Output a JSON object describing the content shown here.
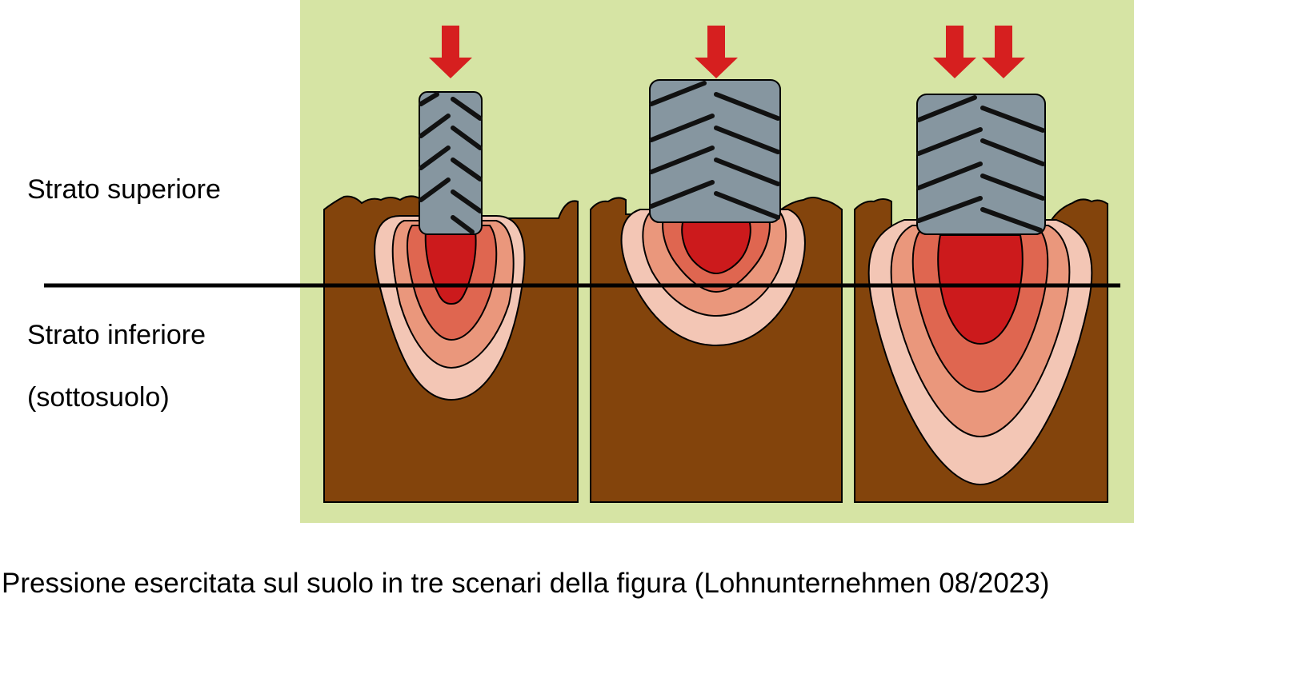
{
  "labels": {
    "upper_layer": "Strato superiore",
    "lower_layer_line1": "Strato inferiore",
    "lower_layer_line2": "(sottosuolo)"
  },
  "caption": "Pressione esercitata sul suolo in tre scenari della figura (Lohnunternehmen 08/2023)",
  "colors": {
    "background_panel": "#d6e4a4",
    "soil": "#83440c",
    "tire": "#8696a0",
    "tread": "#111111",
    "arrow": "#d61f1f",
    "pressure_1": "#f3c6b5",
    "pressure_2": "#ea977c",
    "pressure_3": "#df6650",
    "pressure_core": "#cc1a1c",
    "divider": "#000000"
  },
  "scenarios": [
    {
      "name": "narrow-tire",
      "arrows": 1
    },
    {
      "name": "wide-tire",
      "arrows": 1
    },
    {
      "name": "wide-tire-heavy-load",
      "arrows": 2
    }
  ]
}
